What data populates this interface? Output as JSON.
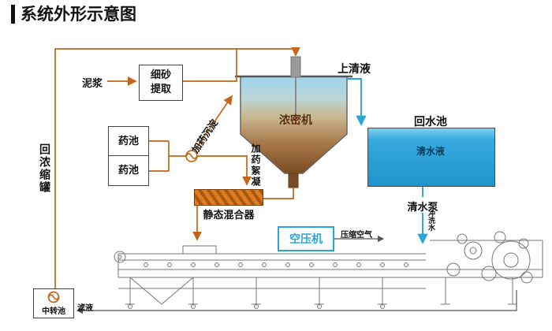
{
  "title": "系统外形示意图",
  "colors": {
    "pipe_orange": "#c4661b",
    "water_blue": "#2aa4dc",
    "mixer_orange": "#e07b1f",
    "compressor_blue": "#2aa4dc",
    "machine_gray": "#777777",
    "tank_top_blue": "#9fd4ec",
    "tank_bottom_brown": "#7a4b24"
  },
  "labels": {
    "mud": "泥浆",
    "sand_extractor_line1": "细砂",
    "sand_extractor_line2": "提取",
    "chem_tank_1": "药池",
    "chem_tank_2": "药池",
    "dosing_sediment": "加药沉淀",
    "dosing_flocculant": "加药絮凝",
    "thickener": "浓密机",
    "supernatant": "上清液",
    "return_pool": "回水池",
    "clear_water": "清水液",
    "clear_pump": "清水泵",
    "flush_water": "冲洗水",
    "static_mixer": "静态混合器",
    "air_compressor": "空压机",
    "compressed_air": "压缩空气",
    "to_thickener": "回浓缩罐",
    "transfer_pool": "中转池",
    "filtrate": "滤液"
  }
}
